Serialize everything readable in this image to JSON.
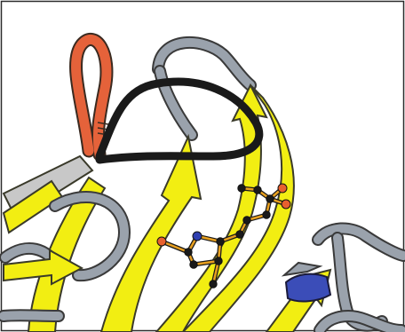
{
  "figure": {
    "kind": "protein-ribbon-illustration",
    "colors": {
      "background": "#ffffff",
      "border": "#2b2b2b",
      "beta_strand_yellow": "#f2ee12",
      "strand_outline": "#3a3a2a",
      "coil_gray": "#9aa2ac",
      "coil_gray_dark": "#6f7780",
      "loop_orange": "#e5623a",
      "loop_black": "#1a1a1a",
      "helix_blue": "#3b4db8",
      "atom_carbon": "#1a1a1a",
      "atom_oxygen": "#e8602e",
      "atom_nitrogen": "#2e3fb0",
      "bond_color": "#e8a020"
    },
    "ligand": {
      "atoms": [
        {
          "id": "a1",
          "element": "C"
        },
        {
          "id": "a2",
          "element": "C"
        },
        {
          "id": "a3",
          "element": "C"
        },
        {
          "id": "a4",
          "element": "C"
        },
        {
          "id": "a5",
          "element": "C"
        },
        {
          "id": "a6",
          "element": "C"
        },
        {
          "id": "a7",
          "element": "O"
        },
        {
          "id": "a8",
          "element": "O"
        },
        {
          "id": "a9",
          "element": "N"
        },
        {
          "id": "a10",
          "element": "C"
        },
        {
          "id": "a11",
          "element": "C"
        },
        {
          "id": "a12",
          "element": "C"
        },
        {
          "id": "a13",
          "element": "C"
        },
        {
          "id": "a14",
          "element": "O"
        },
        {
          "id": "a15",
          "element": "C"
        }
      ]
    }
  }
}
